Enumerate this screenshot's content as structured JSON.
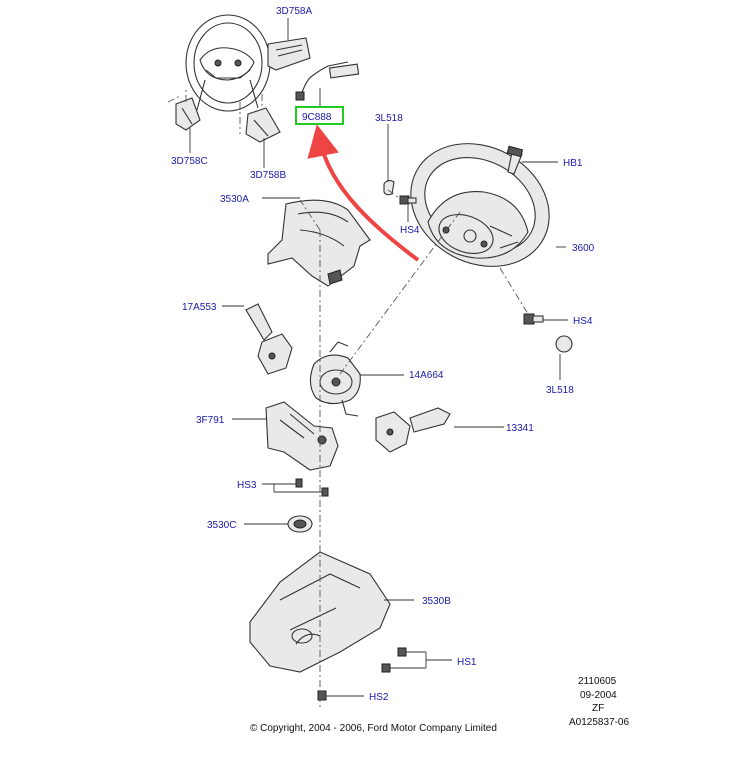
{
  "labels": {
    "p3D758A": "3D758A",
    "p9C888": "9C888",
    "p3D758C": "3D758C",
    "p3D758B": "3D758B",
    "p3L518_top": "3L518",
    "pHB1": "HB1",
    "pHS4_top": "HS4",
    "p3600": "3600",
    "p3530A": "3530A",
    "p17A553": "17A553",
    "pHS4_right": "HS4",
    "p3L518_right": "3L518",
    "p14A664": "14A664",
    "p3F791": "3F791",
    "p13341": "13341",
    "pHS3": "HS3",
    "p3530C": "3530C",
    "p3530B": "3530B",
    "pHS1": "HS1",
    "pHS2": "HS2"
  },
  "info": {
    "line1": "2110605",
    "line2": "09-2004",
    "line3": "ZF",
    "line4": "A0125837-06"
  },
  "copyright": "© Copyright, 2004 - 2006, Ford Motor Company Limited",
  "colors": {
    "label_text": "#1a1aa8",
    "highlight_box": "#22cc22",
    "arrow": "#ee4444"
  }
}
